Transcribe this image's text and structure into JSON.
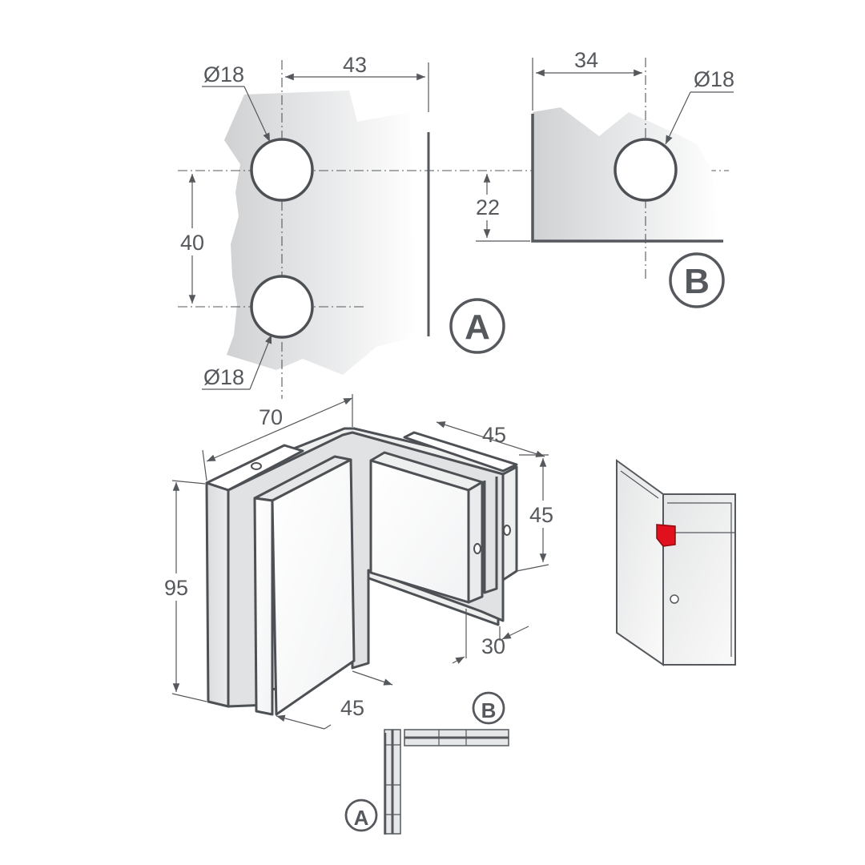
{
  "detail_a": {
    "badge": "A",
    "hole_top": "Ø18",
    "hole_bottom": "Ø18",
    "hole_spacing": "40",
    "edge_distance": "43"
  },
  "detail_b": {
    "badge": "B",
    "hole": "Ø18",
    "edge_distance": "34",
    "height": "22"
  },
  "fitting": {
    "width": "70",
    "height": "95",
    "plate_b_depth": "45",
    "plate_b_height": "45",
    "plate_a_depth": "45",
    "thickness": "30"
  },
  "plan_view": {
    "label_a": "A",
    "label_b": "B"
  },
  "colors": {
    "line": "#55585c",
    "accent": "#e0101c",
    "glass_dark": "#cfd1d3"
  }
}
